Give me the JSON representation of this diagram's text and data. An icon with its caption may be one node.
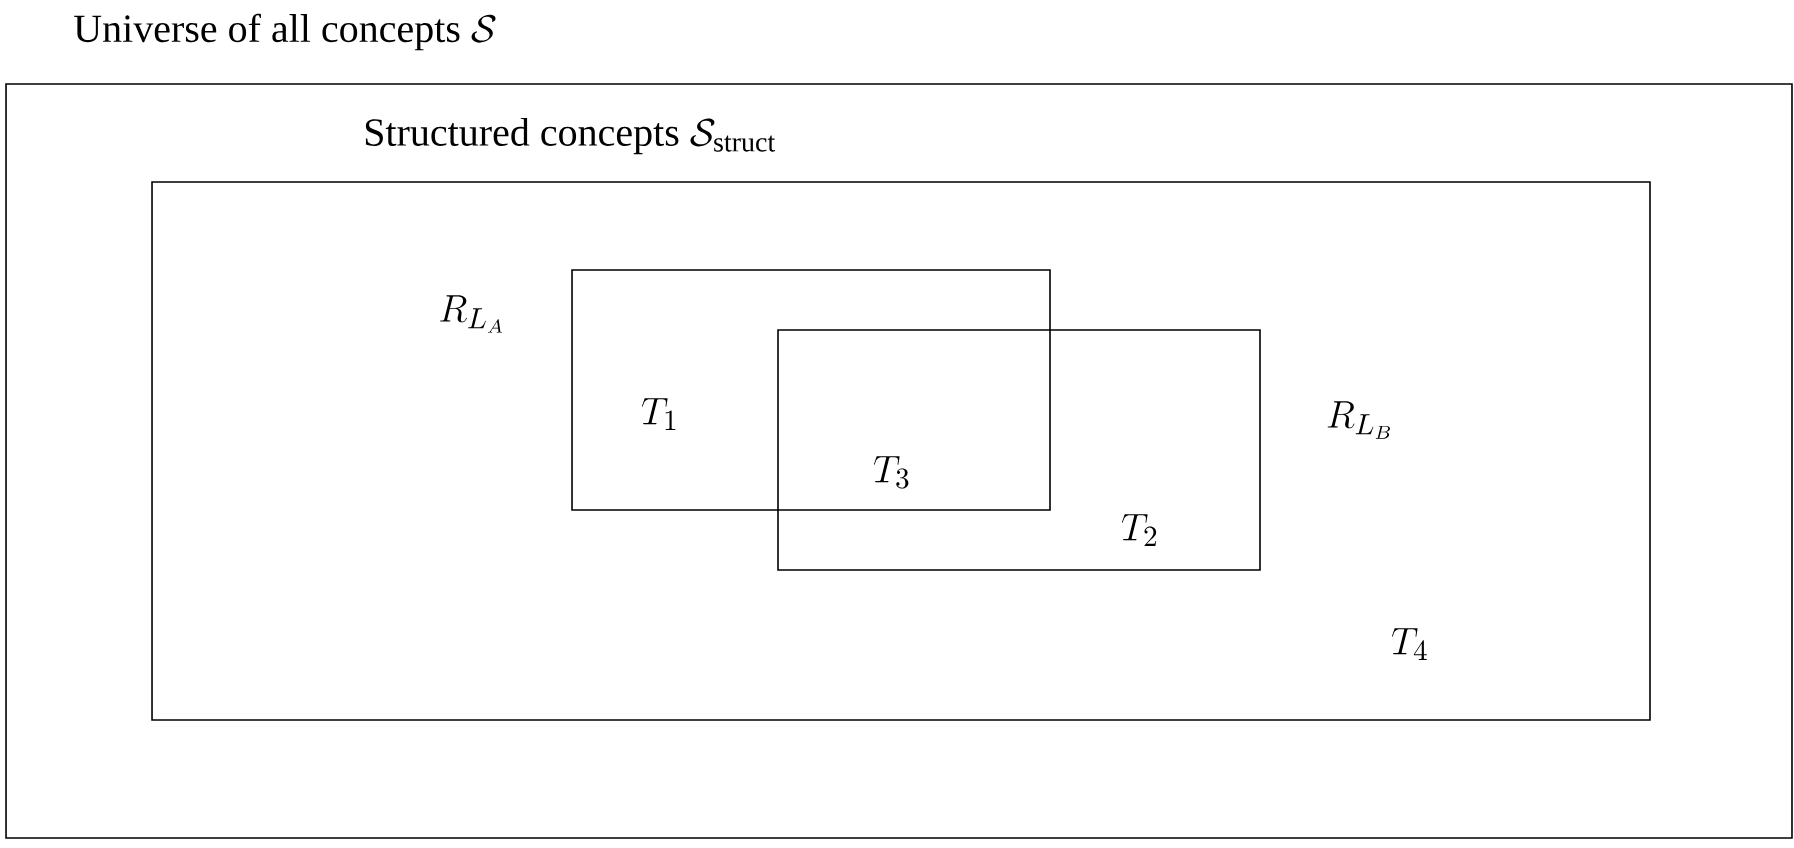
{
  "diagram": {
    "nodes": [
      {
        "text": [
          "\\mbox{Universe of all concepts }\\mathcal{S}"
        ]
      },
      {
        "text": [
          "\\mbox{Structured concepts }\\mathcal{S}_{\\mathrm{struct}}",
          "T_4"
        ],
        "in": 0
      },
      {
        "text": [
          "R_{L_A}",
          "T_1"
        ],
        "in": 1
      },
      {
        "text": [
          "R_{L_B}",
          "T_2"
        ],
        "in": 1
      }
    ],
    "edges": [],
    "labels": [
      "T_3"
    ]
  }
}
